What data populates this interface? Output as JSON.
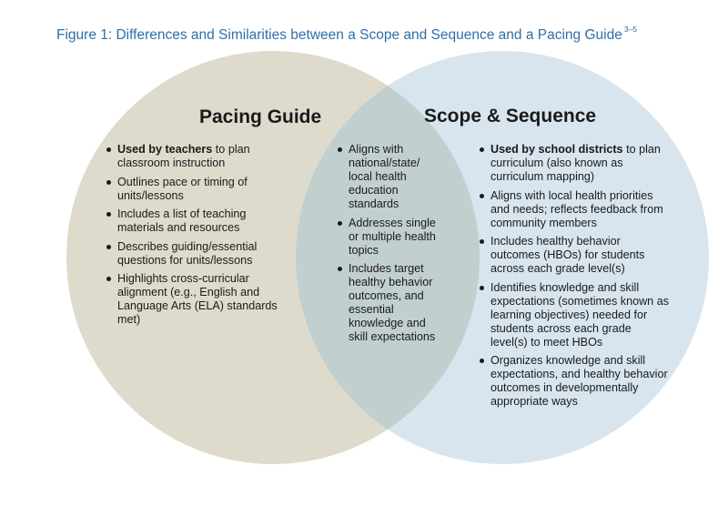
{
  "figure": {
    "title": "Figure 1: Differences and Similarities between a Scope and Sequence and a Pacing Guide",
    "superscript": "3–5"
  },
  "colors": {
    "left_circle": "#dedbcc",
    "right_circle": "#d8e5ef",
    "overlap": "#c2cfcf",
    "title": "#2f6fa8"
  },
  "pacing_guide": {
    "heading": "Pacing Guide",
    "items": [
      {
        "bold": "Used by teachers",
        "text": " to plan classroom instruction"
      },
      {
        "bold": "",
        "text": "Outlines pace or timing of units/lessons"
      },
      {
        "bold": "",
        "text": "Includes a list of teaching materials and resources"
      },
      {
        "bold": "",
        "text": "Describes guiding/essential questions for units/lessons"
      },
      {
        "bold": "",
        "text": "Highlights cross-curricular alignment (e.g., English and Language Arts (ELA) standards met)"
      }
    ]
  },
  "both": {
    "items": [
      {
        "bold": "",
        "text": "Aligns with national/state/ local health education standards"
      },
      {
        "bold": "",
        "text": "Addresses single or multiple health topics"
      },
      {
        "bold": "",
        "text": "Includes target healthy behavior outcomes, and essential knowledge and skill expectations"
      }
    ]
  },
  "scope_sequence": {
    "heading": "Scope & Sequence",
    "items": [
      {
        "bold": "Used by school districts",
        "text": " to plan curriculum (also known as curriculum mapping)"
      },
      {
        "bold": "",
        "text": "Aligns with local health priorities and needs; reflects feedback from community members"
      },
      {
        "bold": "",
        "text": "Includes healthy behavior outcomes (HBOs) for students across each grade level(s)"
      },
      {
        "bold": "",
        "text": "Identifies knowledge and skill expectations (sometimes known as learning objectives) needed for students across each grade level(s) to meet HBOs"
      },
      {
        "bold": "",
        "text": "Organizes knowledge and skill expectations, and healthy behavior outcomes in developmentally appropriate ways"
      }
    ]
  }
}
